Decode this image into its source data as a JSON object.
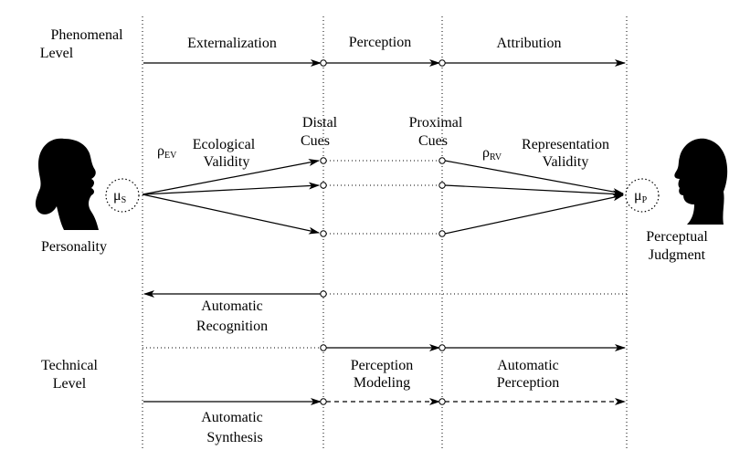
{
  "levels": {
    "phenomenal": [
      "Phenomenal",
      "Level"
    ],
    "technical": [
      "Technical",
      "Level"
    ]
  },
  "phases": {
    "externalization": "Externalization",
    "perception": "Perception",
    "attribution": "Attribution"
  },
  "cues": {
    "distal": [
      "Distal",
      "Cues"
    ],
    "proximal": [
      "Proximal",
      "Cues"
    ]
  },
  "validity": {
    "ecological_symbol": "ρ",
    "ecological_sub": "EV",
    "ecological_label": [
      "Ecological",
      "Validity"
    ],
    "representation_symbol": "ρ",
    "representation_sub": "RV",
    "representation_label": [
      "Representation",
      "Validity"
    ]
  },
  "nodes": {
    "speaker_symbol": "μ",
    "speaker_sub": "S",
    "perceiver_symbol": "μ",
    "perceiver_sub": "P"
  },
  "entities": {
    "personality": "Personality",
    "judgment": [
      "Perceptual",
      "Judgment"
    ]
  },
  "technical": {
    "recognition": [
      "Automatic",
      "Recognition"
    ],
    "perception_modeling": [
      "Perception",
      "Modeling"
    ],
    "automatic_perception": [
      "Automatic",
      "Perception"
    ],
    "synthesis": [
      "Automatic",
      "Synthesis"
    ]
  }
}
